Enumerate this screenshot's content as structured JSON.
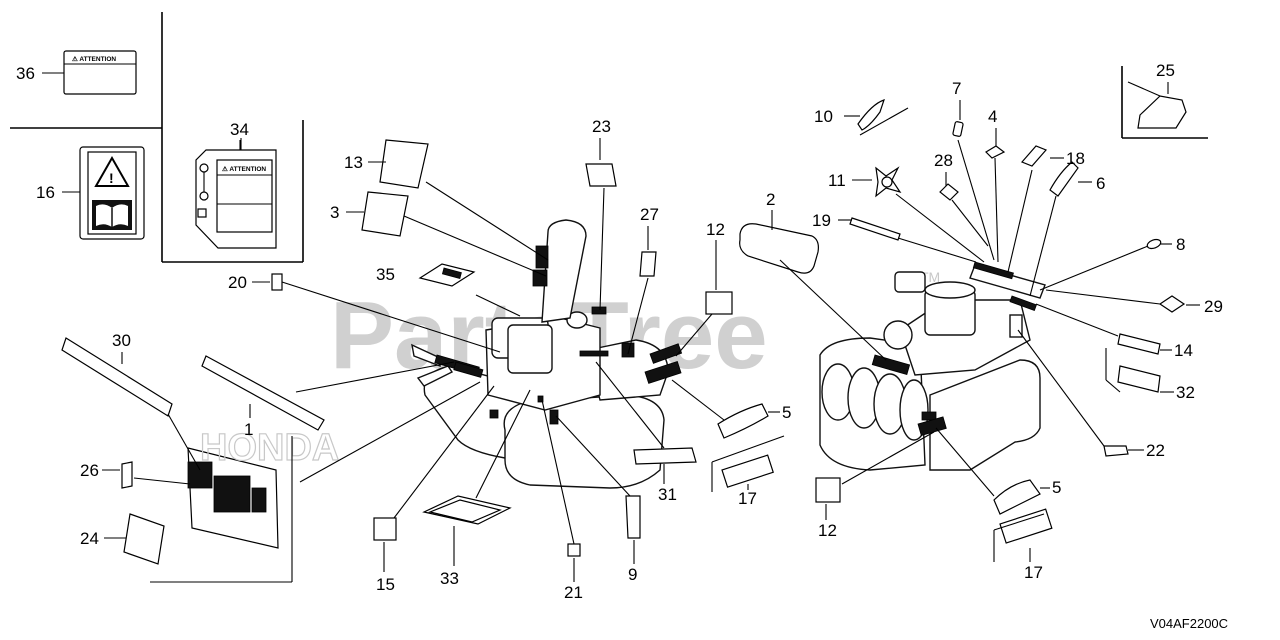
{
  "diagram": {
    "watermark": "PartsTree",
    "brand_mark": "HONDA",
    "tm": "TM",
    "figure_code": "V04AF2200C",
    "attention_text": "⚠ ATTENTION",
    "callouts": [
      "1",
      "2",
      "3",
      "4",
      "5",
      "6",
      "7",
      "8",
      "9",
      "10",
      "11",
      "12",
      "13",
      "14",
      "15",
      "16",
      "17",
      "18",
      "19",
      "20",
      "21",
      "22",
      "23",
      "24",
      "25",
      "26",
      "27",
      "28",
      "29",
      "30",
      "31",
      "32",
      "33",
      "34",
      "35",
      "36"
    ]
  }
}
